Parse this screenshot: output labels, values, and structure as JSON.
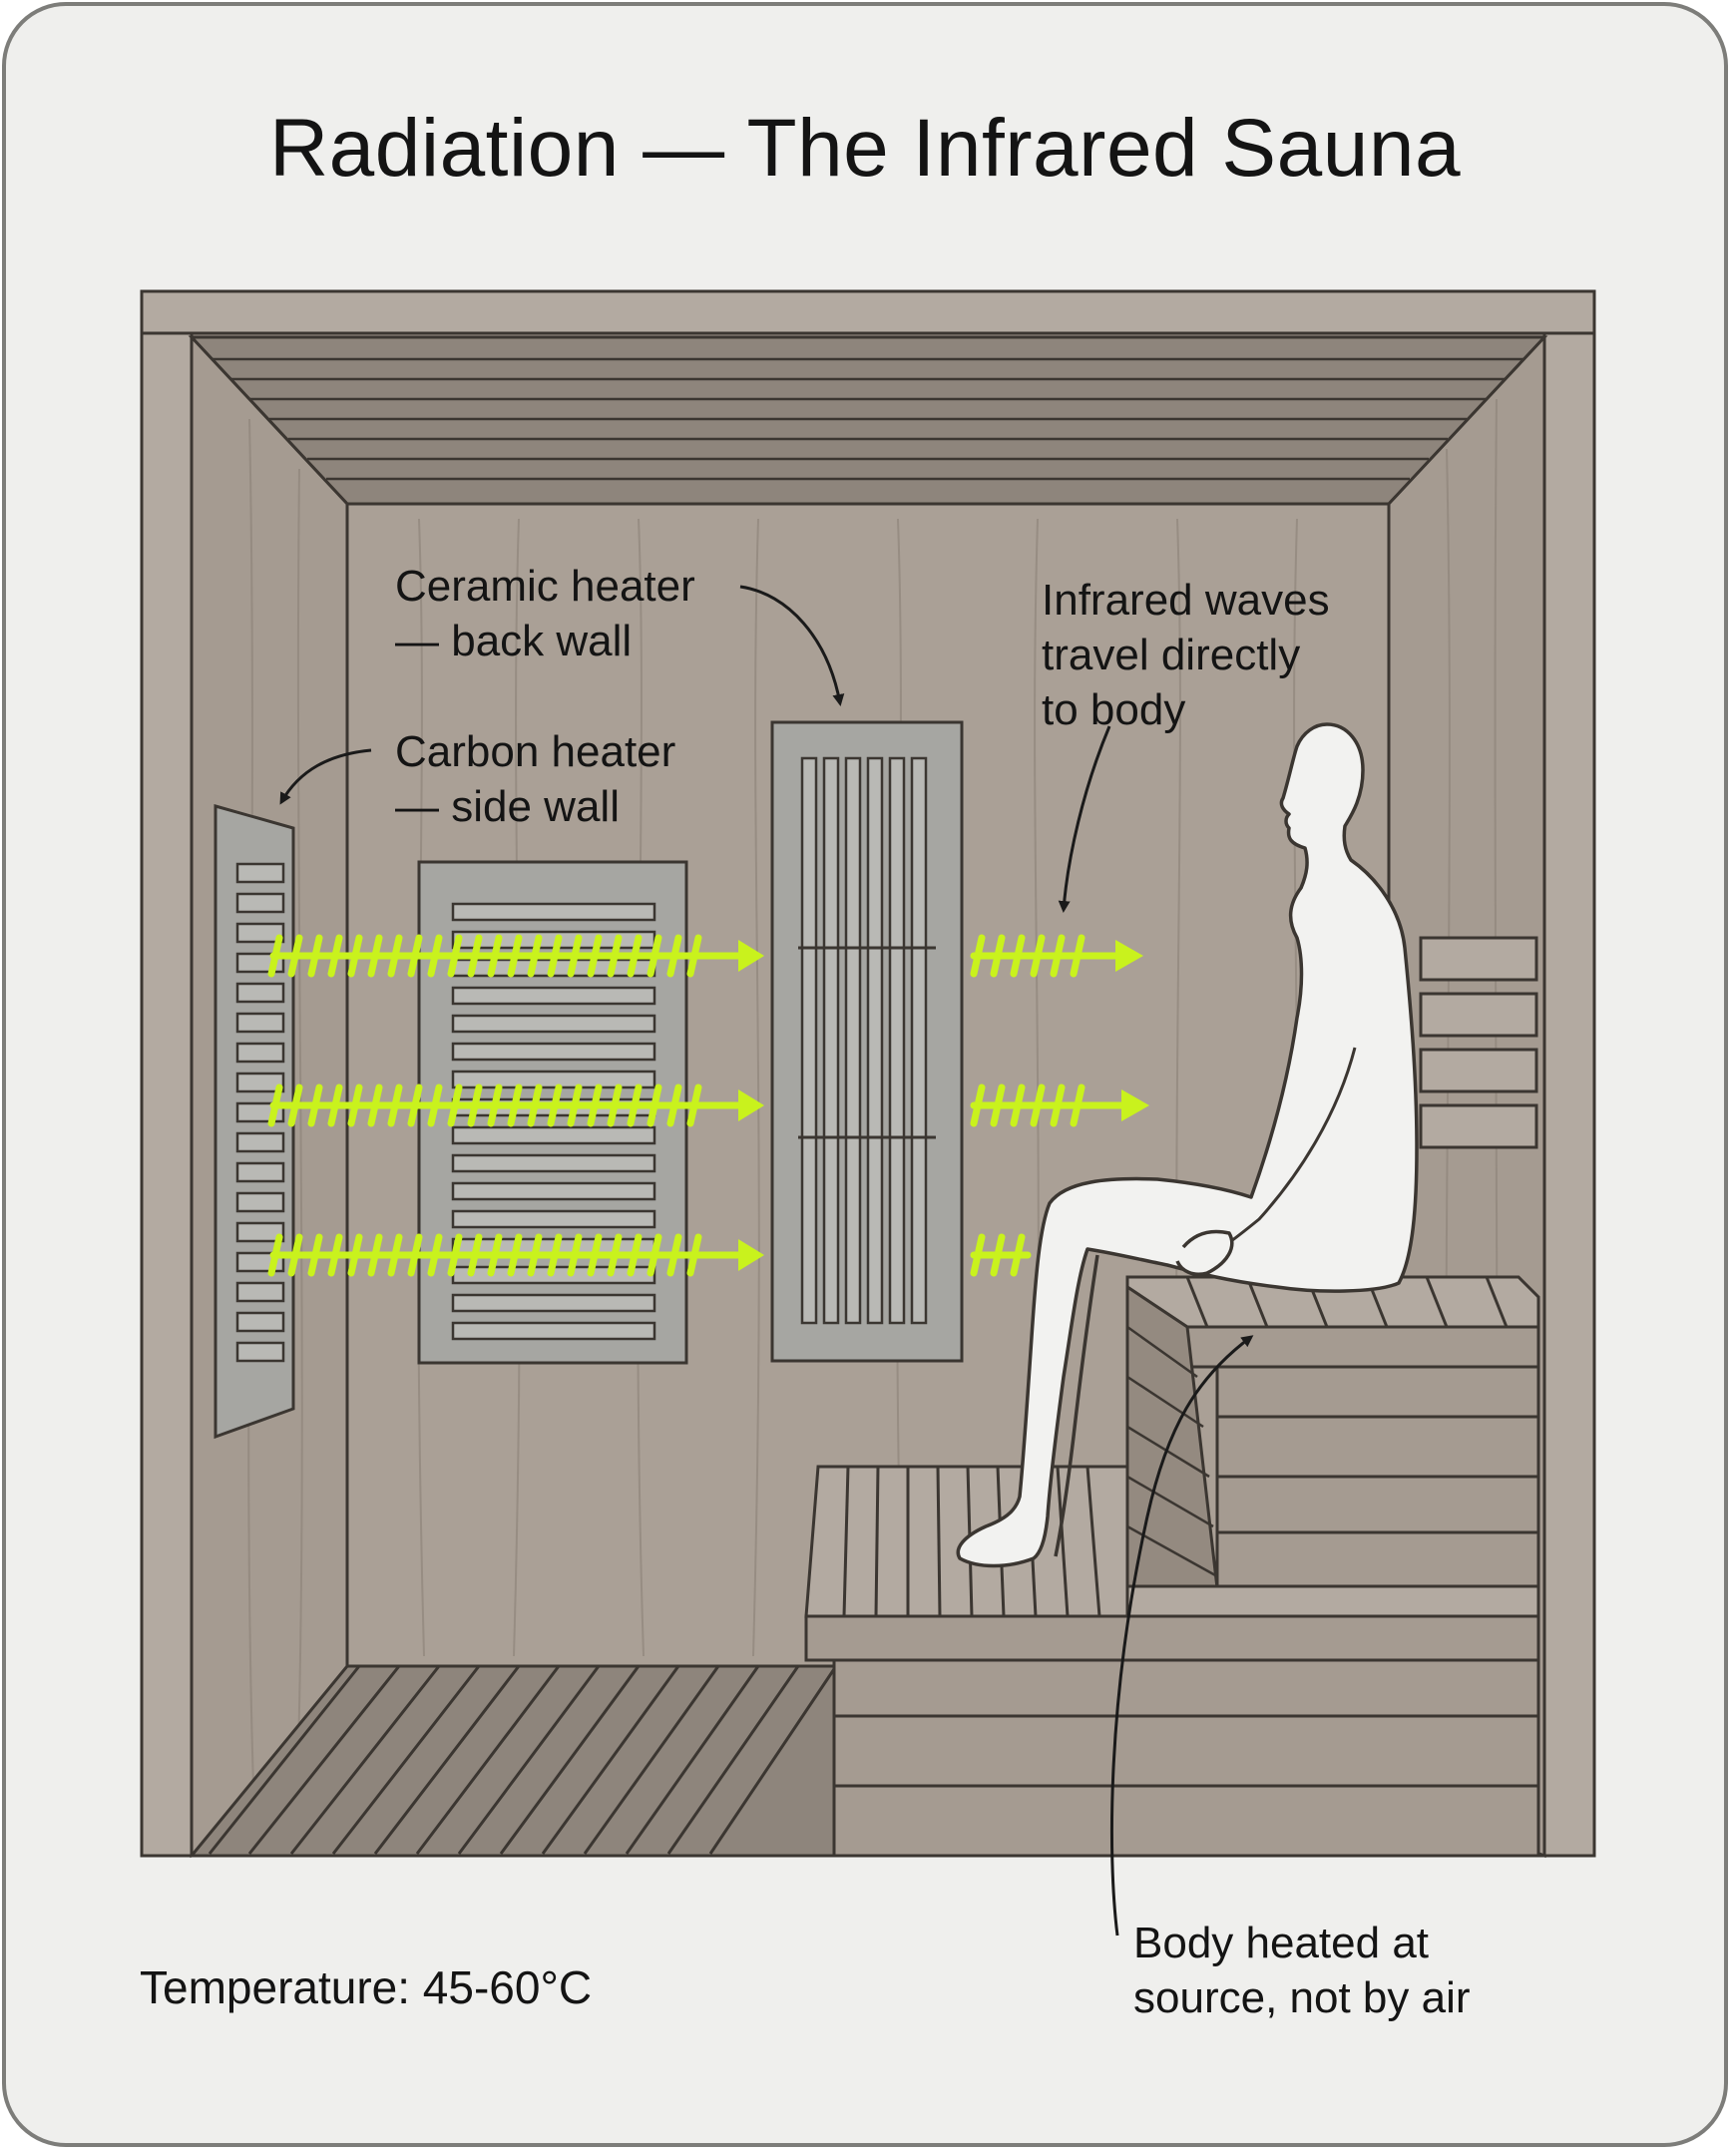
{
  "title": "Radiation — The Infrared Sauna",
  "labels": {
    "ceramic_heater": [
      "Ceramic heater",
      "— back wall"
    ],
    "carbon_heater": [
      "Carbon heater",
      "— side wall"
    ],
    "infrared_waves": [
      "Infrared waves",
      "travel directly",
      "to body"
    ],
    "body_heated": [
      "Body heated at",
      "source, not by air"
    ]
  },
  "temperature": "Temperature: 45-60°C",
  "colors": {
    "background": "#efefed",
    "wood": "#aaa096",
    "wood_dark": "#3b3631",
    "heater": "#a6a6a2",
    "infrared_wave": "#c9f21d",
    "body": "#f2f2f0"
  },
  "icons": [
    "arrow-icon",
    "person-silhouette-icon"
  ]
}
